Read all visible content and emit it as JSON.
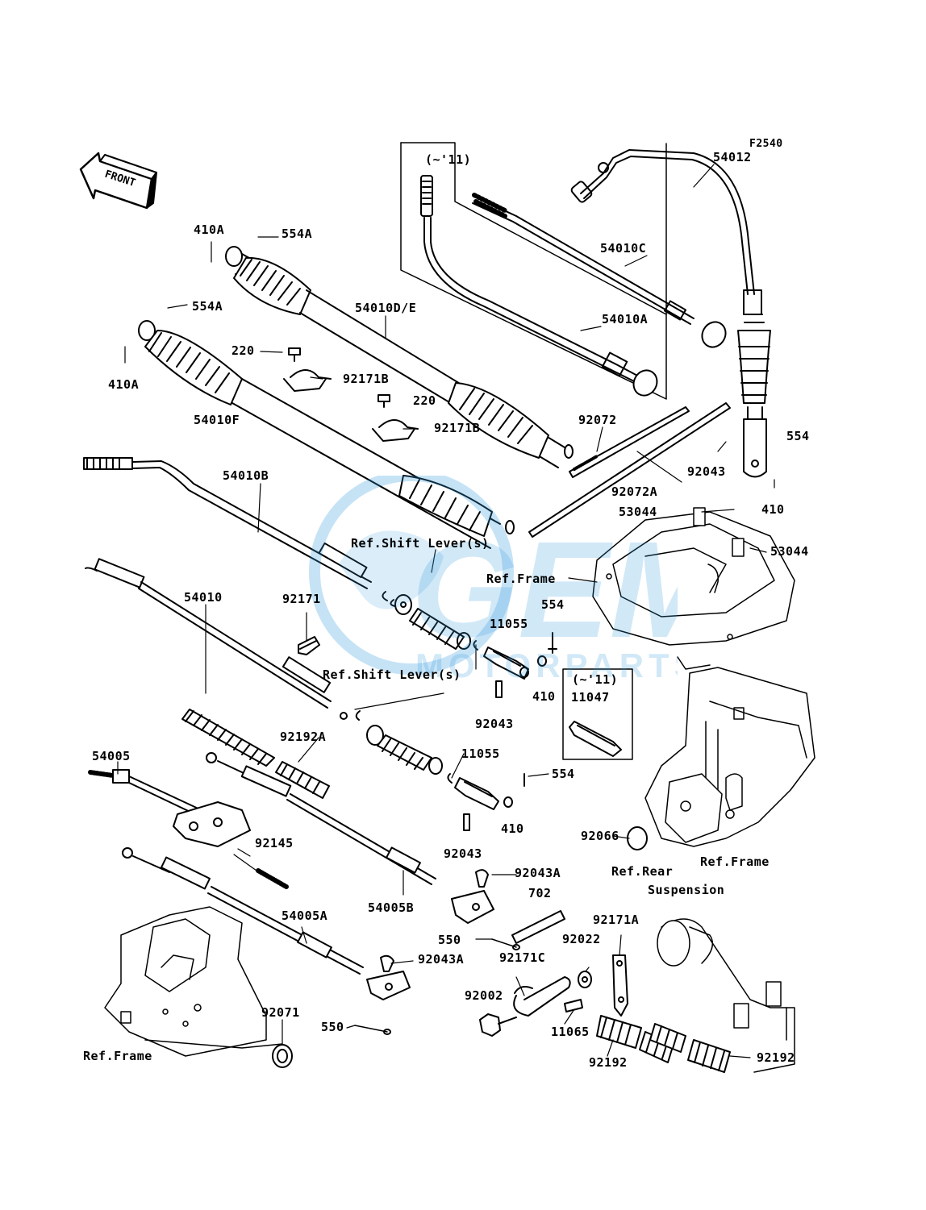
{
  "diagram": {
    "code": "F2540",
    "front_marker": "FRONT",
    "watermark": {
      "brand": "GEM",
      "tagline": "MOTORPARTS",
      "color": "#3399dd"
    },
    "labels": {
      "p54012": "54012",
      "p11_top": "(~'11)",
      "p54010C": "54010C",
      "p54010A": "54010A",
      "p410A_1": "410A",
      "p554A_1": "554A",
      "p554A_2": "554A",
      "p410A_2": "410A",
      "p54010DE": "54010D/E",
      "p220_1": "220",
      "p92171B_1": "92171B",
      "p220_2": "220",
      "p92171B_2": "92171B",
      "p54010F": "54010F",
      "p92072": "92072",
      "p92072A": "92072A",
      "p92043_1": "92043",
      "p554_1": "554",
      "p410_1": "410",
      "p53044_1": "53044",
      "p53044_2": "53044",
      "p54010B": "54010B",
      "ref_shift_1": "Ref.Shift Lever(s)",
      "ref_frame_1": "Ref.Frame",
      "p92171": "92171",
      "p54010": "54010",
      "p11055_1": "11055",
      "p554_2": "554",
      "p410_2": "410",
      "p92043_2": "92043",
      "ref_shift_2": "Ref.Shift Lever(s)",
      "p11_box": "(~'11)",
      "p11047": "11047",
      "p92192A": "92192A",
      "p54005": "54005",
      "p11055_2": "11055",
      "p554_3": "554",
      "p410_3": "410",
      "p92043_3": "92043",
      "p92066": "92066",
      "ref_frame_2": "Ref.Frame",
      "p92145": "92145",
      "p92043A_1": "92043A",
      "ref_rear_1": "Ref.Rear",
      "ref_rear_2": "Suspension",
      "p702": "702",
      "p54005B": "54005B",
      "p54005A": "54005A",
      "p92171A": "92171A",
      "p92022": "92022",
      "p550_1": "550",
      "p92171C": "92171C",
      "p92043A_2": "92043A",
      "p92002": "92002",
      "p92071": "92071",
      "p550_2": "550",
      "p11065": "11065",
      "p92192_1": "92192",
      "p92192_2": "92192",
      "ref_frame_3": "Ref.Frame"
    }
  }
}
